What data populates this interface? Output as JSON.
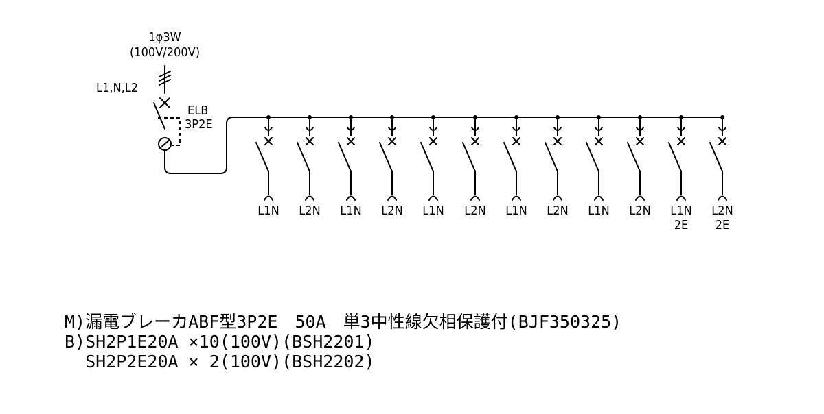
{
  "supply": {
    "phase_label": "1φ3W",
    "voltage_label": "(100V/200V)",
    "lines_label": "L1,N,L2"
  },
  "main_breaker": {
    "label_line1": "ELB",
    "label_line2": "3P2E"
  },
  "branches": [
    {
      "line1": "L1N",
      "line2": ""
    },
    {
      "line1": "L2N",
      "line2": ""
    },
    {
      "line1": "L1N",
      "line2": ""
    },
    {
      "line1": "L2N",
      "line2": ""
    },
    {
      "line1": "L1N",
      "line2": ""
    },
    {
      "line1": "L2N",
      "line2": ""
    },
    {
      "line1": "L1N",
      "line2": ""
    },
    {
      "line1": "L2N",
      "line2": ""
    },
    {
      "line1": "L1N",
      "line2": ""
    },
    {
      "line1": "L2N",
      "line2": ""
    },
    {
      "line1": "L1N",
      "line2": "2E"
    },
    {
      "line1": "L2N",
      "line2": "2E"
    }
  ],
  "notes": [
    "M)漏電ブレーカABF型3P2E　50A　単3中性線欠相保護付(BJF350325)",
    "B)SH2P1E20A ×10(100V)(BSH2201)",
    "  SH2P2E20A × 2(100V)(BSH2202)"
  ]
}
